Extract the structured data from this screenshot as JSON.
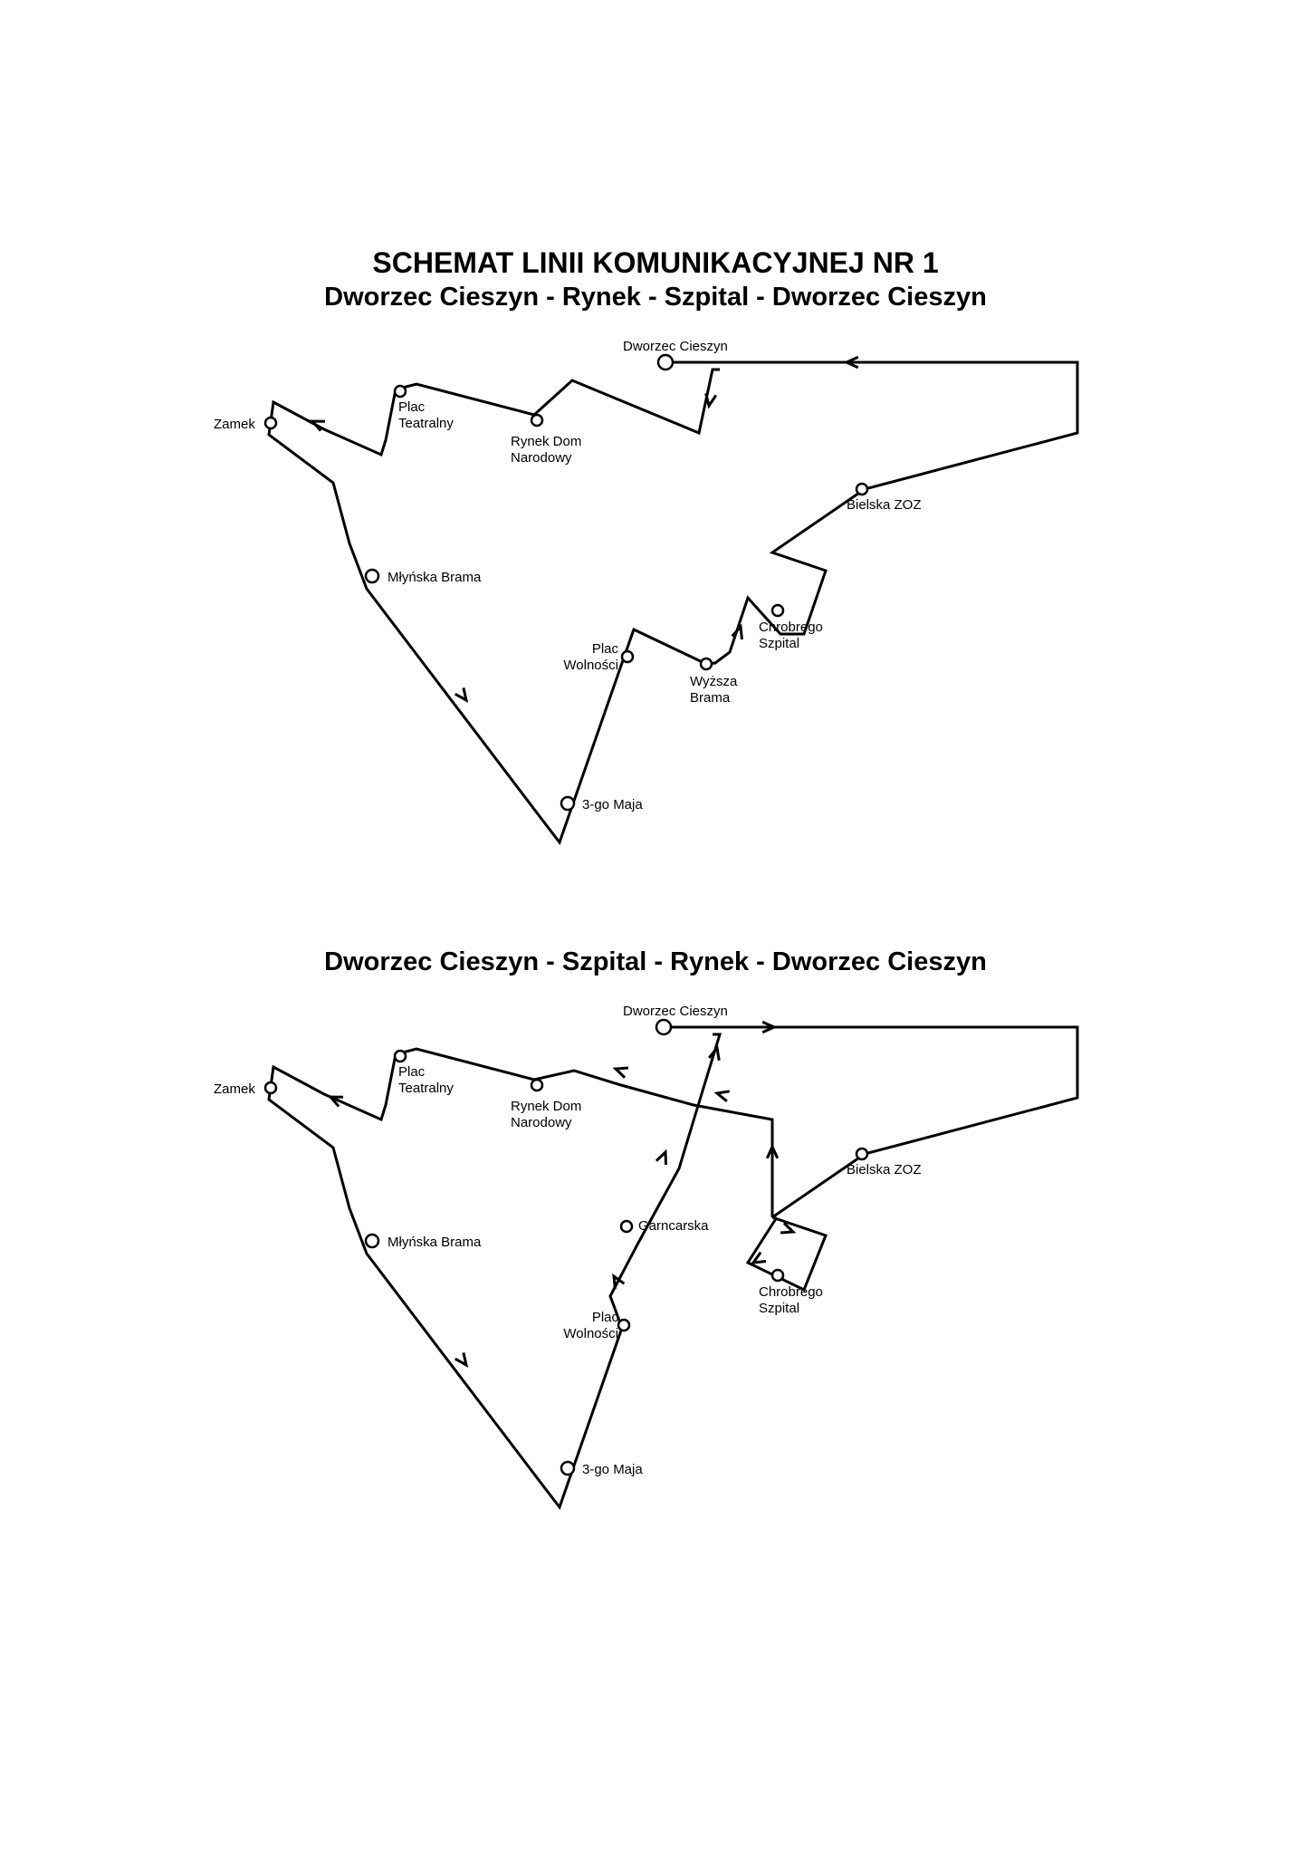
{
  "title": "SCHEMAT LINII KOMUNIKACYJNEJ NR 1",
  "route_a": {
    "title": "Dworzec Cieszyn - Rynek - Szpital - Dworzec Cieszyn",
    "stops": {
      "dworzec": "Dworzec Cieszyn",
      "plac_teatralny": [
        "Plac",
        "Teatralny"
      ],
      "zamek": "Zamek",
      "rynek": [
        "Rynek Dom",
        "Narodowy"
      ],
      "mlynska": "Młyńska Brama",
      "bielska": "Bielska ZOZ",
      "chrobrego": [
        "Chrobrego",
        "Szpital"
      ],
      "plac_wolnosci": [
        "Plac",
        "Wolności"
      ],
      "wyzsza": [
        "Wyższa",
        "Brama"
      ],
      "trzeciego_maja": "3-go Maja"
    }
  },
  "route_b": {
    "title": "Dworzec Cieszyn - Szpital - Rynek - Dworzec Cieszyn",
    "stops": {
      "dworzec": "Dworzec Cieszyn",
      "plac_teatralny": [
        "Plac",
        "Teatralny"
      ],
      "zamek": "Zamek",
      "rynek": [
        "Rynek Dom",
        "Narodowy"
      ],
      "mlynska": "Młyńska Brama",
      "bielska": "Bielska ZOZ",
      "garncarska": "Garncarska",
      "chrobrego": [
        "Chrobrego",
        "Szpital"
      ],
      "plac_wolnosci": [
        "Plac",
        "Wolności"
      ],
      "trzeciego_maja": "3-go Maja"
    }
  },
  "colors": {
    "line": "#000000",
    "background": "#ffffff"
  }
}
